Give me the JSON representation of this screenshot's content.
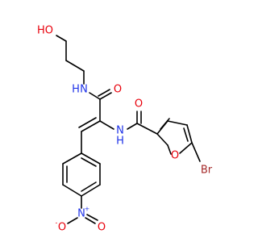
{
  "colors": {
    "background": "#ffffff",
    "bond": "#000000",
    "oxygen": "#e8000b",
    "nitrogen": "#1f33e8",
    "bromine": "#a52a2a"
  },
  "atoms": {
    "hydroxyl": "HO",
    "amide_nh_top": "N",
    "amide_h_top": "H",
    "amide_o_top": "O",
    "amide_nh_mid": "N",
    "amide_h_mid": "H",
    "amide_o_right": "O",
    "furan_o": "O",
    "bromine": "Br",
    "nitro_n": "N",
    "nitro_n_charge": "+",
    "nitro_o_left": "O",
    "nitro_o_left_charge": "-",
    "nitro_o_right": "O"
  }
}
